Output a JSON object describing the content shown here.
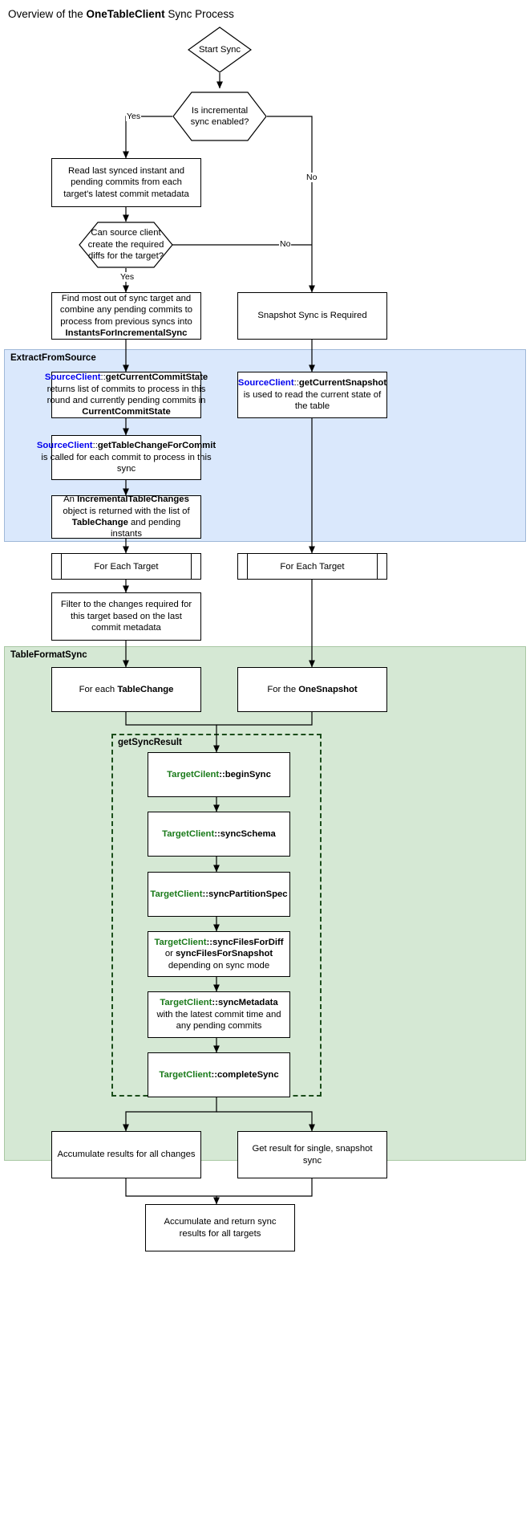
{
  "title": {
    "prefix": "Overview of the ",
    "strong": "OneTableClient",
    "suffix": " Sync Process"
  },
  "colors": {
    "source_client": "#0000ee",
    "target_client": "#1a7a1a",
    "extract_group_bg": "#dae8fc",
    "tableformat_group_bg": "#d5e8d4",
    "node_border": "#000000",
    "dashed_border": "#1b4d1b"
  },
  "groups": [
    {
      "id": "extract",
      "label": "ExtractFromSource"
    },
    {
      "id": "tableformat",
      "label": "TableFormatSync"
    },
    {
      "id": "getsyncresult",
      "label": "getSyncResult"
    }
  ],
  "edge_labels": {
    "yes_incremental": "Yes",
    "no_incremental": "No",
    "no_diffs": "No",
    "yes_diffs": "Yes"
  },
  "nodes": {
    "start": "Start Sync",
    "decision_incremental": "Is incremental sync enabled?",
    "read_last_synced": "Read last synced instant and pending commits from each target's latest commit metadata",
    "decision_diffs": "Can source client create the required diffs for the target?",
    "find_out_of_sync": {
      "line1": "Find most out of sync target and combine any pending commits to process from previous syncs into ",
      "strong1": "InstantsForIncrementalSync"
    },
    "snapshot_required": "Snapshot Sync is Required",
    "get_current_commit_state": {
      "client": "SourceClient",
      "sep": "::",
      "method": "getCurrentCommitState",
      "body": " returns list of commits to process in this round and currently pending commits in ",
      "strong": "CurrentCommitState"
    },
    "get_current_snapshot": {
      "client": "SourceClient",
      "sep": "::",
      "method": "getCurrentSnapshot",
      "body": " is used to read the current state of the table"
    },
    "get_table_change_for_commit": {
      "client": "SourceClient",
      "sep": "::",
      "method": "getTableChangeForCommit",
      "body": " is called for each commit to process in this sync"
    },
    "incremental_table_changes": {
      "pre": "An ",
      "strong1": "IncrementalTableChanges",
      "mid": " object is returned with the list of ",
      "strong2": "TableChange",
      "post": " and pending instants"
    },
    "for_each_target_left": "For Each Target",
    "for_each_target_right": "For Each Target",
    "filter_changes": "Filter to the changes required for this target based on the last commit metadata",
    "for_each_tablechange": {
      "pre": "For each ",
      "strong": "TableChange"
    },
    "for_the_onesnapshot": {
      "pre": "For the ",
      "strong": "OneSnapshot"
    },
    "begin_sync": {
      "client": "TargetCilent",
      "sep": "::",
      "method": "beginSync"
    },
    "sync_schema": {
      "client": "TargetClient",
      "sep": "::",
      "method": "syncSchema"
    },
    "sync_partition_spec": {
      "client": "TargetClient",
      "sep": "::",
      "method": "syncPartitionSpec"
    },
    "sync_files": {
      "client": "TargetClient",
      "sep": "::",
      "method": "syncFilesForDiff",
      "mid": " or ",
      "strong2": "syncFilesForSnapshot",
      "post": " depending on sync mode"
    },
    "sync_metadata": {
      "client": "TargetClient",
      "sep": "::",
      "method": "syncMetadata",
      "post": " with the latest commit time and any pending commits"
    },
    "complete_sync": {
      "client": "TargetClient",
      "sep": "::",
      "method": "completeSync"
    },
    "accumulate_results": "Accumulate results for all changes",
    "get_result_single": "Get result for single, snapshot sync",
    "accumulate_return": "Accumulate and return sync results for all targets"
  }
}
